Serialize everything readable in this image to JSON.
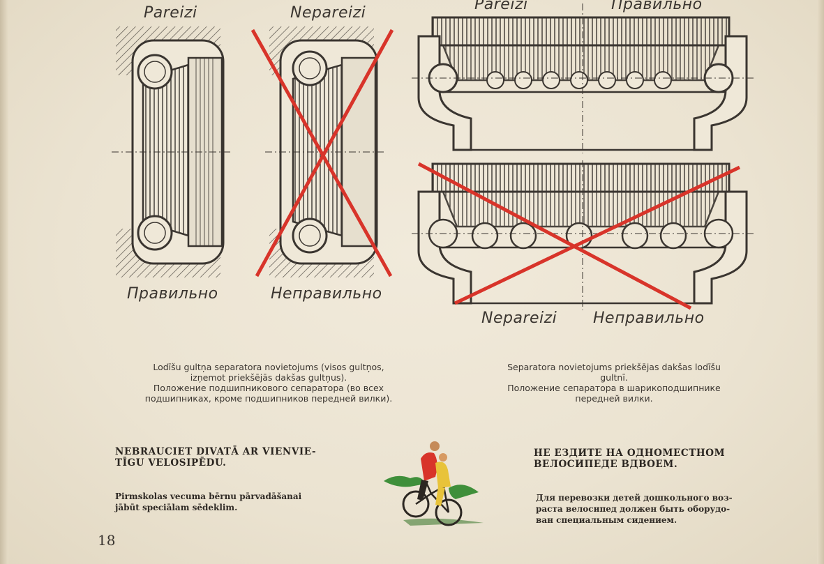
{
  "diagram": {
    "label_top_1": "Pareizi",
    "label_top_2": "Nepareizi",
    "label_top_3a": "Pareizi",
    "label_top_3b": "Правильно",
    "label_bottom_1": "Правильно",
    "label_bottom_2": "Неправильно",
    "label_bottom_3a": "Nepareizi",
    "label_bottom_3b": "Неправильно",
    "line_color": "#3a3530",
    "cross_color": "#d8342a"
  },
  "captions": {
    "left_lv_1": "Lodīšu gultņa separatora novietojums (visos gultņos,",
    "left_lv_2": "izņemot priekšējās dakšas gultņus).",
    "left_ru_1": "Положение подшипникового сепаратора  (во  всех",
    "left_ru_2": "подшипниках, кроме подшипников передней вилки).",
    "right_lv_1": "Separatora  novietojums  priekšējas  dakšas  lodīšu",
    "right_lv_2": "gultnī.",
    "right_ru_1": "Положение сепаратора в шарикоподшипнике",
    "right_ru_2": "передней вилки."
  },
  "warning": {
    "lv_heading_1": "NEBRAUCIET  DIVATĀ  AR  VIENVIE-",
    "lv_heading_2": "TĪGU  VELOSIPĒDU.",
    "lv_body_1": "Pirmskolas  vecuma  bērnu  pārvadāšanai",
    "lv_body_2": "jābūt  speciālam  sēdeklim.",
    "ru_heading_1": "НЕ  ЕЗДИТЕ   НА  ОДНОМЕСТНОМ",
    "ru_heading_2": "ВЕЛОСИПЕДЕ  ВДВОЕМ.",
    "ru_body_1": "Для  перевозки  детей  дошкольного  воз-",
    "ru_body_2": "раста  велосипед  должен  быть  оборудо-",
    "ru_body_3": "ван  специальным  сидением."
  },
  "page_number": "18"
}
